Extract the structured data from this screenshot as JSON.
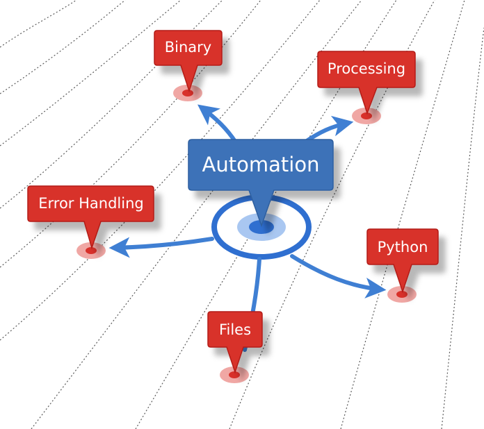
{
  "diagram": {
    "center": {
      "label": "Automation",
      "color": "#3d72b8",
      "ring_color": "#2f6fd0",
      "dot_color": "#2f6fd0"
    },
    "nodes": [
      {
        "id": "binary",
        "label": "Binary"
      },
      {
        "id": "processing",
        "label": "Processing"
      },
      {
        "id": "error-handling",
        "label": "Error Handling"
      },
      {
        "id": "python",
        "label": "Python"
      },
      {
        "id": "files",
        "label": "Files"
      }
    ],
    "colors": {
      "node": "#d8302a",
      "node_border": "#b21d18",
      "pin": "#d8302a",
      "pin_halo": "#f0a7a4",
      "arrow": "#3f7fd3",
      "grid_line": "#5a5a5a"
    }
  }
}
